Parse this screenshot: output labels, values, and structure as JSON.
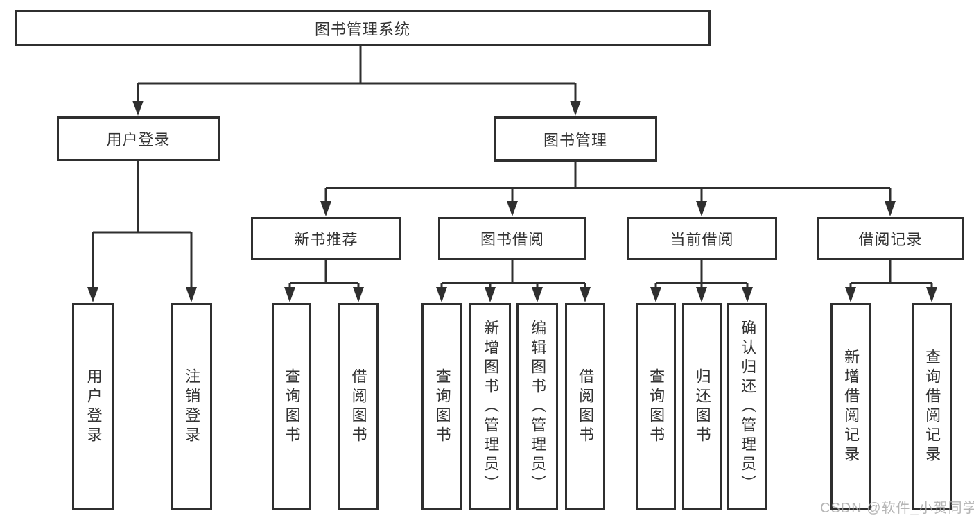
{
  "colors": {
    "line": "#2f2f2f",
    "text": "#333333",
    "bg": "#ffffff",
    "watermark": "#a9a9a9"
  },
  "tree": {
    "label": "图书管理系统",
    "children": [
      {
        "label": "用户登录",
        "children": [
          {
            "label": "用户登录"
          },
          {
            "label": "注销登录"
          }
        ]
      },
      {
        "label": "图书管理",
        "children": [
          {
            "label": "新书推荐",
            "children": [
              {
                "label": "查询图书"
              },
              {
                "label": "借阅图书"
              }
            ]
          },
          {
            "label": "图书借阅",
            "children": [
              {
                "label": "查询图书"
              },
              {
                "label": "新增图书（管理员）"
              },
              {
                "label": "编辑图书（管理员）"
              },
              {
                "label": "借阅图书"
              }
            ]
          },
          {
            "label": "当前借阅",
            "children": [
              {
                "label": "查询图书"
              },
              {
                "label": "归还图书"
              },
              {
                "label": "确认归还（管理员）"
              }
            ]
          },
          {
            "label": "借阅记录",
            "children": [
              {
                "label": "新增借阅记录"
              },
              {
                "label": "查询借阅记录"
              }
            ]
          }
        ]
      }
    ]
  },
  "watermark": {
    "text": "CSDN @软件_小贺同学"
  }
}
